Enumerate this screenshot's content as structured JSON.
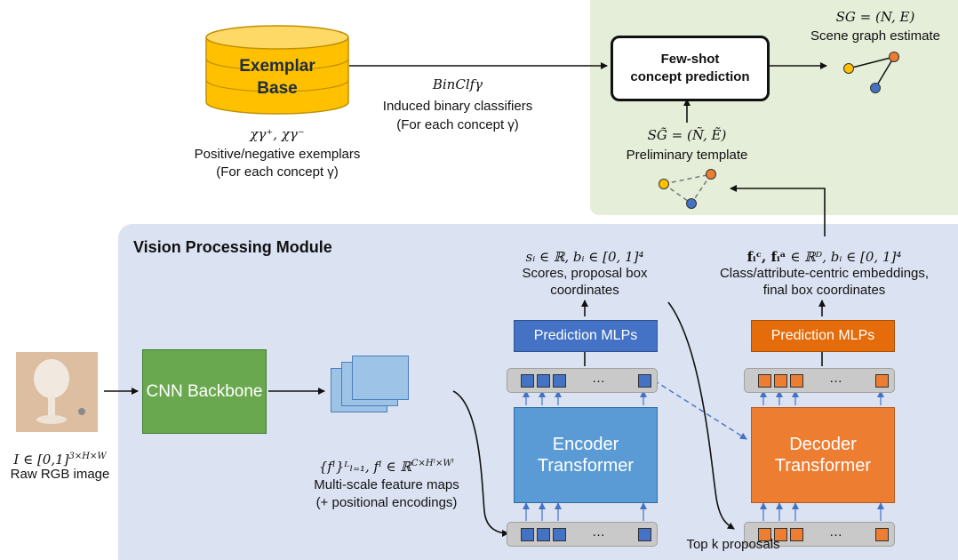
{
  "exemplar_base": {
    "line1": "Exemplar",
    "line2": "Base"
  },
  "exemplars": {
    "math": "χγ⁺, χγ⁻",
    "desc_line1": "Positive/negative exemplars",
    "desc_line2": "(For each concept γ)"
  },
  "classifiers": {
    "math": "BinClfγ",
    "desc_line1": "Induced binary classifiers",
    "desc_line2": "(For each concept γ)"
  },
  "few_shot": {
    "line1": "Few-shot",
    "line2": "concept prediction"
  },
  "scene_graph": {
    "math": "SG = (N, E)",
    "label": "Scene graph estimate"
  },
  "template": {
    "math": "SG̃ = (Ñ, Ẽ)",
    "label": "Preliminary template"
  },
  "module_title": "Vision Processing Module",
  "input": {
    "math": "I ∈ [0,1]",
    "math_sup": "3×H×W",
    "label": "Raw RGB image"
  },
  "cnn_backbone": "CNN Backbone",
  "feature_maps": {
    "math": "{fˡ}ᴸₗ₌₁, fˡ ∈ ℝ",
    "math_sup": "C×Hˡ×Wˡ",
    "label_line1": "Multi-scale feature maps",
    "label_line2": "(+ positional encodings)"
  },
  "encoder": {
    "line1": "Encoder",
    "line2": "Transformer"
  },
  "decoder": {
    "line1": "Decoder",
    "line2": "Transformer"
  },
  "prediction_mlps": "Prediction MLPs",
  "encoder_output": {
    "math": "sᵢ ∈ ℝ, bᵢ ∈ [0, 1]⁴",
    "label_line1": "Scores, proposal box",
    "label_line2": "coordinates"
  },
  "decoder_output": {
    "math_bold": "fᵢᶜ, fᵢᵃ",
    "math_rest": " ∈ ℝᴰ, bᵢ ∈ [0, 1]⁴",
    "label_line1": "Class/attribute-centric embeddings,",
    "label_line2": "final box coordinates"
  },
  "token_ellipsis": "…",
  "top_k": "Top k proposals",
  "colors": {
    "green_panel": "#e4eed8",
    "blue_panel": "#dbe3f3",
    "cnn": "#6aa84f",
    "encoder": "#5b9bd5",
    "decoder": "#ed7d31",
    "mlp_blue": "#4472c4",
    "mlp_orange": "#e46c0a",
    "cylinder": "#ffc000",
    "node_yellow": "#ffc000",
    "node_orange": "#ed7d31",
    "node_blue": "#4472c4"
  }
}
